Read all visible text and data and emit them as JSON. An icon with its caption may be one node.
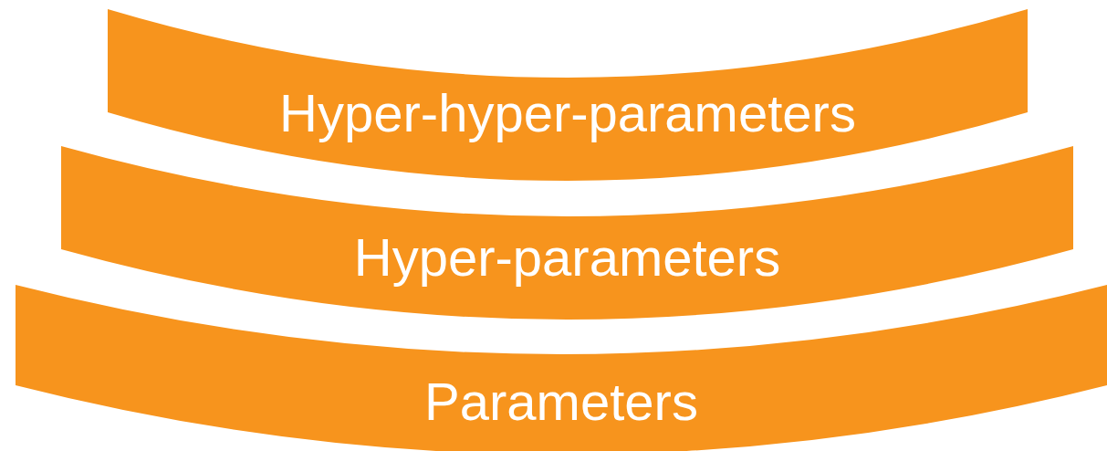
{
  "diagram": {
    "nodes": [
      {
        "text": [
          "Hyper-hyper-parameters"
        ]
      },
      {
        "text": [
          "Hyper-parameters"
        ]
      },
      {
        "text": [
          "Parameters"
        ]
      }
    ]
  }
}
